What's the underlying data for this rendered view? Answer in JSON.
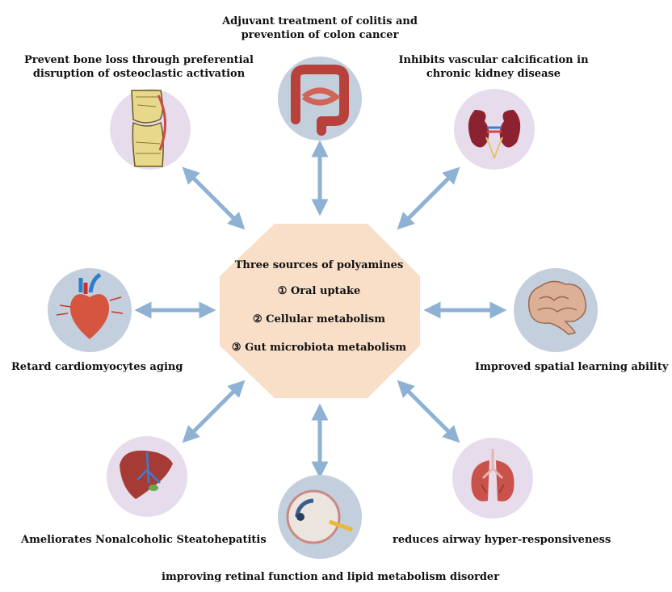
{
  "center": {
    "title": "Three sources of polyamines",
    "sources": [
      {
        "marker": "①",
        "text": "Oral uptake"
      },
      {
        "marker": "②",
        "text": "Cellular metabolism"
      },
      {
        "marker": "③",
        "text": "Gut microbiota metabolism"
      }
    ]
  },
  "effects": {
    "colon": [
      "Adjuvant treatment of colitis and",
      "prevention of colon cancer"
    ],
    "bone": [
      "Prevent bone loss through preferential",
      "disruption of osteoclastic activation"
    ],
    "kidney": [
      "Inhibits vascular calcification in",
      "chronic kidney disease"
    ],
    "heart": "Retard cardiomyocytes aging",
    "brain": "Improved spatial learning ability",
    "liver": "Ameliorates Nonalcoholic Steatohepatitis",
    "lung": "reduces airway hyper-responsiveness",
    "eye": "improving retinal function and lipid metabolism disorder"
  },
  "colors": {
    "octagon": "#f9dfc8",
    "arrow": "#8fb2d4",
    "circle_blue": "#c3cfdc",
    "circle_purple": "#e7dcec"
  },
  "icons": [
    "bone-joint-icon",
    "colon-icon",
    "kidney-icon",
    "heart-icon",
    "brain-icon",
    "liver-icon",
    "eye-icon",
    "lung-icon"
  ]
}
